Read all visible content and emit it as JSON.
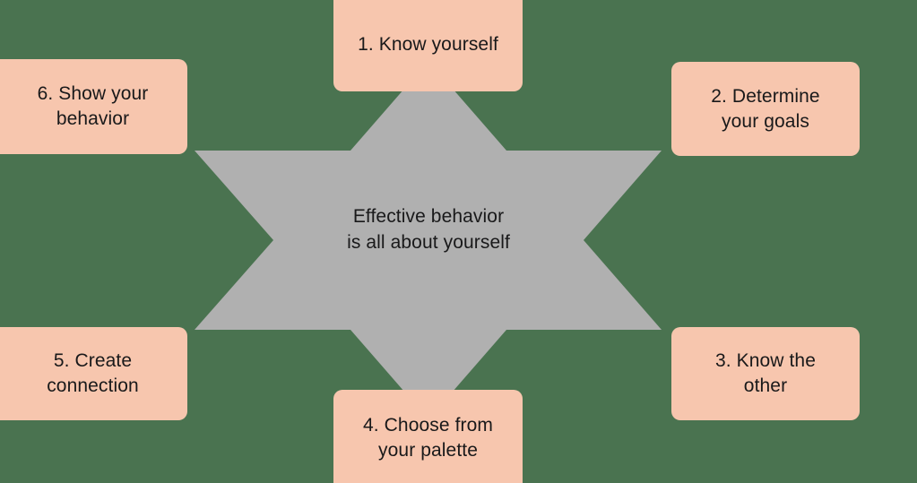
{
  "diagram": {
    "title": "Effective behavior six-step star diagram",
    "background_color": "#4a7350",
    "star_color": "#b0b0b0",
    "node_color": "#f7c6ae",
    "text_color": "#19191a",
    "center": {
      "label": "Effective behavior\nis all about yourself"
    },
    "nodes": [
      {
        "id": "1",
        "label": "1. Know yourself",
        "position": "top"
      },
      {
        "id": "2",
        "label": "2. Determine\nyour goals",
        "position": "upper-right"
      },
      {
        "id": "3",
        "label": "3. Know the\nother",
        "position": "lower-right"
      },
      {
        "id": "4",
        "label": "4. Choose from\nyour palette",
        "position": "bottom"
      },
      {
        "id": "5",
        "label": "5. Create\nconnection",
        "position": "lower-left"
      },
      {
        "id": "6",
        "label": "6. Show your\nbehavior",
        "position": "upper-left"
      }
    ]
  }
}
